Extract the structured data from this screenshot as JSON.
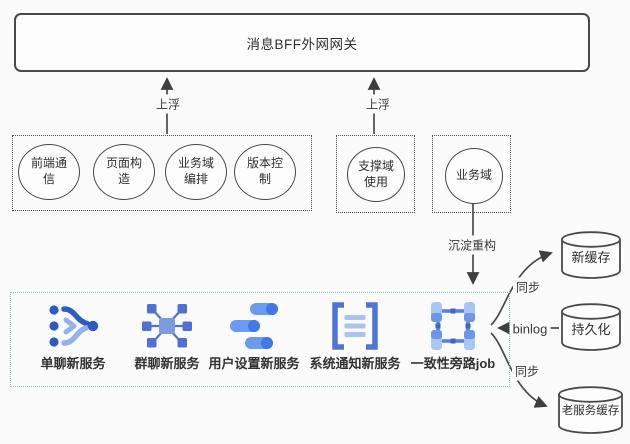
{
  "gateway": {
    "label": "消息BFF外网网关"
  },
  "edges": {
    "float_left": "上浮",
    "float_right": "上浮",
    "sink_refactor": "沉淀重构",
    "sync_top": "同步",
    "binlog": "binlog",
    "sync_bottom": "同步"
  },
  "capability_groups": {
    "frontend": {
      "circles": [
        "前端通\n信",
        "页面构\n造",
        "业务域\n编排",
        "版本控\n制"
      ]
    },
    "support": {
      "circle": "支撑域\n使用"
    },
    "business": {
      "circle": "业务域"
    }
  },
  "services": {
    "items": [
      {
        "label": "单聊新服务",
        "icon": "merge-flow-icon"
      },
      {
        "label": "群聊新服务",
        "icon": "hub-network-icon"
      },
      {
        "label": "用户设置新服务",
        "icon": "sliders-icon"
      },
      {
        "label": "系统通知新服务",
        "icon": "bracket-list-icon"
      },
      {
        "label": "一致性旁路job",
        "icon": "selection-frame-icon"
      }
    ]
  },
  "datastores": {
    "items": [
      {
        "label": "新缓存"
      },
      {
        "label": "持久化"
      },
      {
        "label": "老服务缓存"
      }
    ]
  },
  "colors": {
    "line": "#4a4a4a",
    "icon_dark_blue": "#2d5bc4",
    "icon_mid_blue": "#4e74d8",
    "icon_body_blue": "#6c9aef",
    "icon_light_blue": "#a9c4ef",
    "services_border": "#8fcabb"
  }
}
